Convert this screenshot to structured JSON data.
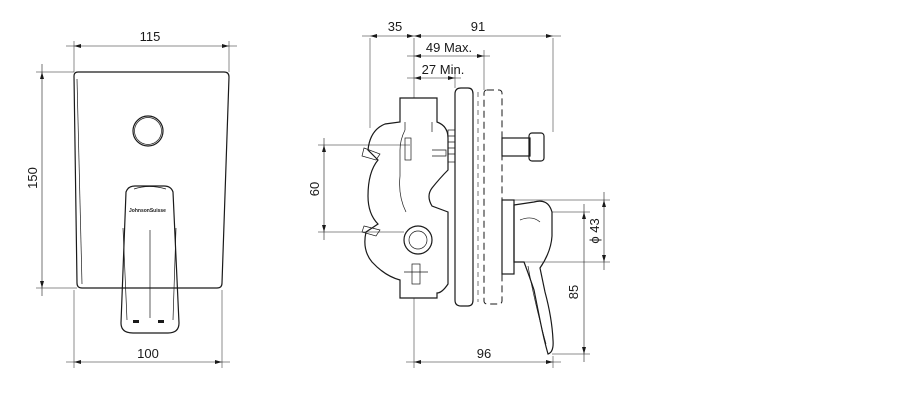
{
  "front_view": {
    "width_dim": "115",
    "height_dim": "150",
    "lever_width_dim": "100",
    "brand_label": "JohnsonSuisse"
  },
  "side_view": {
    "depth_left_dim": "35",
    "depth_right_dim": "91",
    "max_dim": "49 Max.",
    "min_dim": "27 Min.",
    "spacing_dim": "60",
    "lever_reach_dim": "96",
    "lever_height_dim": "85",
    "diameter_dim": "ϕ 43"
  }
}
